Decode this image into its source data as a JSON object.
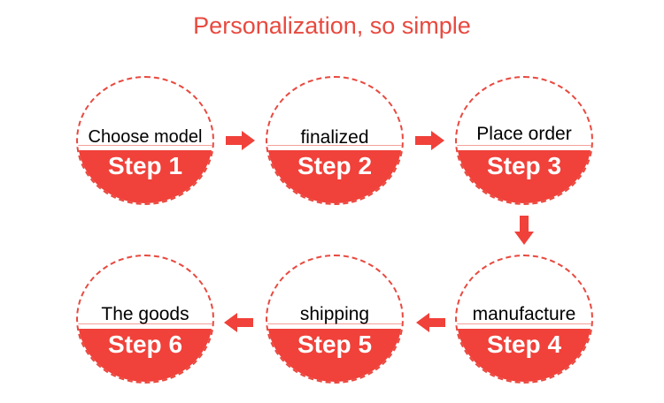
{
  "title": "Personalization, so simple",
  "colors": {
    "accent": "#f0413a",
    "title": "#e8493f",
    "dash": "#e8493f"
  },
  "steps": [
    {
      "label": "Choose model",
      "step": "Step 1"
    },
    {
      "label": "finalized",
      "step": "Step 2"
    },
    {
      "label": "Place order",
      "step": "Step 3"
    },
    {
      "label": "manufacture",
      "step": "Step 4"
    },
    {
      "label": "shipping",
      "step": "Step 5"
    },
    {
      "label": "The goods",
      "step": "Step 6"
    }
  ],
  "arrows": [
    {
      "from": "Step 1",
      "to": "Step 2",
      "direction": "right"
    },
    {
      "from": "Step 2",
      "to": "Step 3",
      "direction": "right"
    },
    {
      "from": "Step 3",
      "to": "Step 4",
      "direction": "down"
    },
    {
      "from": "Step 4",
      "to": "Step 5",
      "direction": "left"
    },
    {
      "from": "Step 5",
      "to": "Step 6",
      "direction": "left"
    }
  ]
}
